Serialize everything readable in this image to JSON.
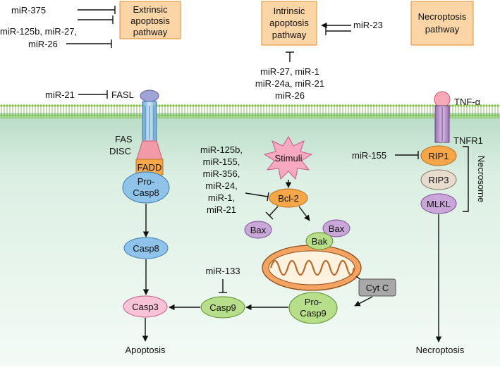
{
  "pathways": {
    "extrinsic": [
      "Extrinsic",
      "apoptosis",
      "pathway"
    ],
    "intrinsic": [
      "Intrinsic",
      "apoptosis",
      "pathway"
    ],
    "necroptosis": [
      "Necroptosis",
      "pathway"
    ]
  },
  "mirnas": {
    "mir375": "miR-375",
    "mir125b_27": "miR-125b, miR-27,",
    "mir26": "miR-26",
    "mir23": "miR-23",
    "intrinsic_group": [
      "miR-27, miR-1",
      "miR-24a, miR-21",
      "miR-26"
    ],
    "mir21": "miR-21",
    "bcl2_group": [
      "miR-125b,",
      "miR-155,",
      "miR-356,",
      "miR-24,",
      "miR-1,",
      "miR-21"
    ],
    "mir155": "miR-155",
    "mir133": "miR-133"
  },
  "labels": {
    "fasl": "FASL",
    "fas": "FAS",
    "disc": "DISC",
    "fadd": "FADD",
    "procasp8": [
      "Pro-",
      "Casp8"
    ],
    "casp8": "Casp8",
    "casp3": "Casp3",
    "apoptosis": "Apoptosis",
    "stimuli": "Stimuli",
    "bcl2": "Bcl-2",
    "bax1": "Bax",
    "bax2": "Bax",
    "bak": "Bak",
    "cytc": "Cyt C",
    "procasp9": [
      "Pro-",
      "Casp9"
    ],
    "casp9": "Casp9",
    "tnfa": "TNF-α",
    "tnfr1": "TNFR1",
    "rip1": "RIP1",
    "rip3": "RIP3",
    "mlkl": "MLKL",
    "necrosome": "Necrosome",
    "necroptosis": "Necroptosis"
  },
  "colors": {
    "box_fill": "#fbd5a5",
    "box_stroke": "#e0902e",
    "cytoplasm": "#dcefe3",
    "membrane": "#8bc34a",
    "procasp": "#8fc3ea",
    "casp3": "#f8c3d6",
    "casp9": "#b7de8a",
    "orange": "#f7a74a",
    "purple": "#c9a7d8",
    "gray": "#a8a8a8"
  }
}
